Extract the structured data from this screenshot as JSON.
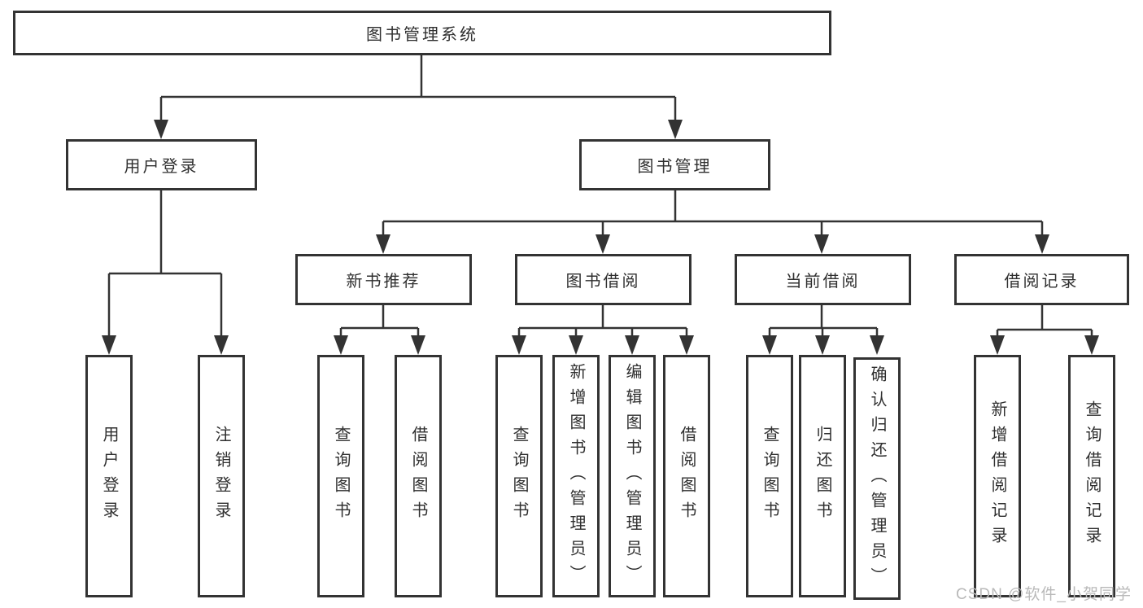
{
  "diagram": {
    "root": {
      "label": "图书管理系统"
    },
    "branches": [
      {
        "label": "用户登录",
        "children": [
          {
            "label": "用户登录"
          },
          {
            "label": "注销登录"
          }
        ]
      },
      {
        "label": "图书管理",
        "children": [
          {
            "label": "新书推荐",
            "children": [
              {
                "label": "查询图书"
              },
              {
                "label": "借阅图书"
              }
            ]
          },
          {
            "label": "图书借阅",
            "children": [
              {
                "label": "查询图书"
              },
              {
                "label": "新增图书（管理员）"
              },
              {
                "label": "编辑图书（管理员）"
              },
              {
                "label": "借阅图书"
              }
            ]
          },
          {
            "label": "当前借阅",
            "children": [
              {
                "label": "查询图书"
              },
              {
                "label": "归还图书"
              },
              {
                "label": "确认归还（管理员）"
              }
            ]
          },
          {
            "label": "借阅记录",
            "children": [
              {
                "label": "新增借阅记录"
              },
              {
                "label": "查询借阅记录"
              }
            ]
          }
        ]
      }
    ]
  },
  "watermark": {
    "text": "CSDN @软件_小贺同学"
  },
  "colors": {
    "line": "#333333",
    "text": "#2f2f2f",
    "box_background": "#ffffff",
    "page_background": "#ffffff",
    "watermark_text": "#b9b9b9"
  }
}
